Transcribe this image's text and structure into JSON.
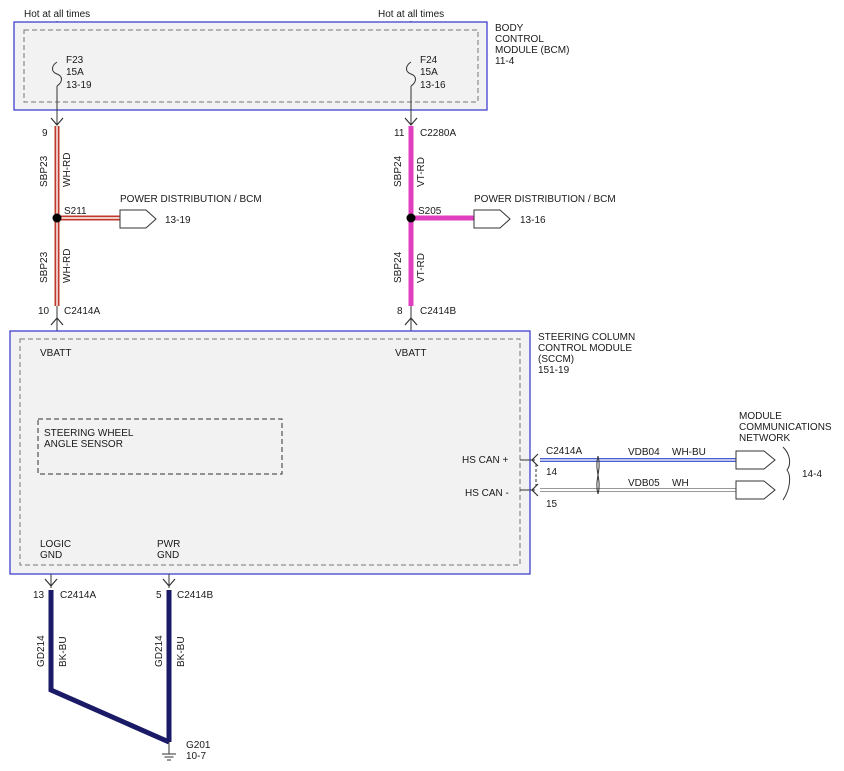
{
  "hot_left": "Hot at all times",
  "hot_right": "Hot at all times",
  "bcm": {
    "label_lines": [
      "BODY",
      "CONTROL",
      "MODULE (BCM)",
      "11-4"
    ],
    "fuse_left": {
      "name": "F23",
      "rating": "15A",
      "ref": "13-19"
    },
    "fuse_right": {
      "name": "F24",
      "rating": "15A",
      "ref": "13-16"
    }
  },
  "left_branch": {
    "pin_top": "9",
    "circuit_top": "SBP23",
    "color_top": "WH-RD",
    "splice": "S211",
    "dist_label": "POWER DISTRIBUTION / BCM",
    "dist_ref": "13-19",
    "circuit_bottom": "SBP23",
    "color_bottom": "WH-RD",
    "pin_bottom": "10",
    "connector_bottom": "C2414A"
  },
  "right_branch": {
    "pin_top": "11",
    "connector_top": "C2280A",
    "circuit_top": "SBP24",
    "color_top": "VT-RD",
    "splice": "S205",
    "dist_label": "POWER DISTRIBUTION / BCM",
    "dist_ref": "13-16",
    "circuit_bottom": "SBP24",
    "color_bottom": "VT-RD",
    "pin_bottom": "8",
    "connector_bottom": "C2414B"
  },
  "sccm": {
    "label_lines": [
      "STEERING COLUMN",
      "CONTROL MODULE",
      "(SCCM)",
      "151-19"
    ],
    "vbatt_left": "VBATT",
    "vbatt_right": "VBATT",
    "sensor_lines": [
      "STEERING WHEEL",
      "ANGLE SENSOR"
    ],
    "hs_can_plus": "HS CAN +",
    "hs_can_minus": "HS CAN -",
    "logic_gnd": [
      "LOGIC",
      "GND"
    ],
    "pwr_gnd": [
      "PWR",
      "GND"
    ]
  },
  "can": {
    "connector": "C2414A",
    "pin_plus": "14",
    "pin_minus": "15",
    "circuit_plus": "VDB04",
    "color_plus": "WH-BU",
    "circuit_minus": "VDB05",
    "color_minus": "WH",
    "network_lines": [
      "MODULE",
      "COMMUNICATIONS",
      "NETWORK"
    ],
    "network_ref": "14-4"
  },
  "ground": {
    "left_pin": "13",
    "left_connector": "C2414A",
    "right_pin": "5",
    "right_connector": "C2414B",
    "left_circuit": "GD214",
    "left_color": "BK-BU",
    "right_circuit": "GD214",
    "right_color": "BK-BU",
    "ground_name": "G201",
    "ground_ref": "10-7"
  },
  "colors": {
    "module_border": "#3333cc",
    "module_fill": "#f2f2f2",
    "wire_wh_rd_outer": "#c0392b",
    "wire_vt_rd": "#e040c0",
    "wire_bk_bu": "#1a1a66",
    "wire_wh_bu": "#4a5fd0"
  }
}
